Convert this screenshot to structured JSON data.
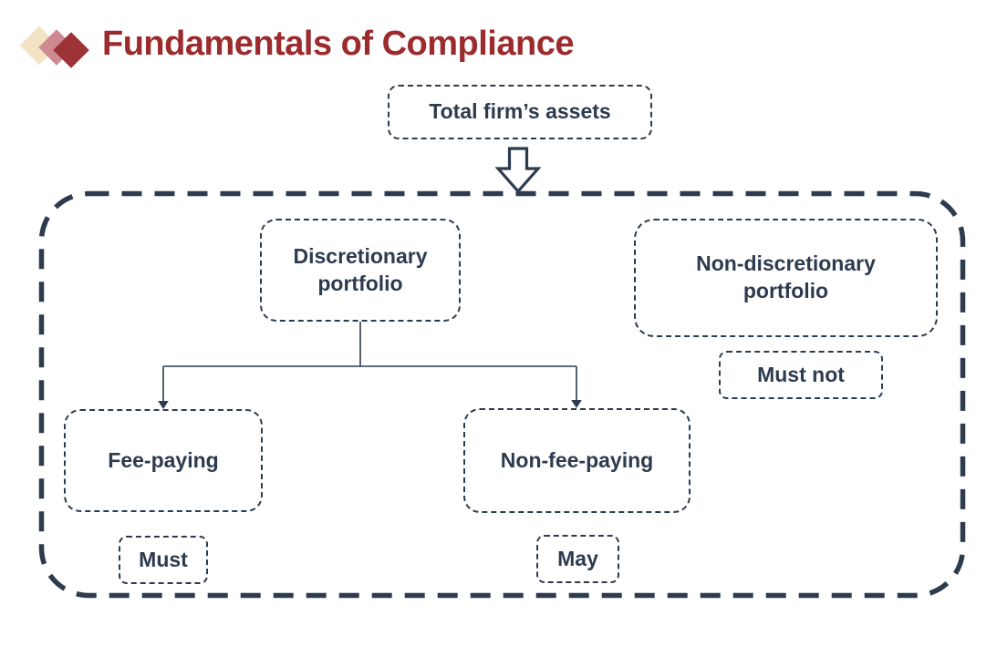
{
  "title": "Fundamentals of Compliance",
  "nodes": {
    "total": "Total firm’s assets",
    "discretionary": "Discretionary\nportfolio",
    "non_discretionary": "Non-discretionary\nportfolio",
    "fee_paying": "Fee-paying",
    "non_fee_paying": "Non-fee-paying"
  },
  "tags": {
    "must": "Must",
    "may": "May",
    "must_not": "Must not"
  },
  "colors": {
    "navy": "#2d3b4f",
    "title_red": "#9c2b2e",
    "logo_cream": "#f3e3c3",
    "logo_pink": "#cd8a90",
    "logo_dark_red": "#9d3237",
    "background": "#ffffff"
  }
}
